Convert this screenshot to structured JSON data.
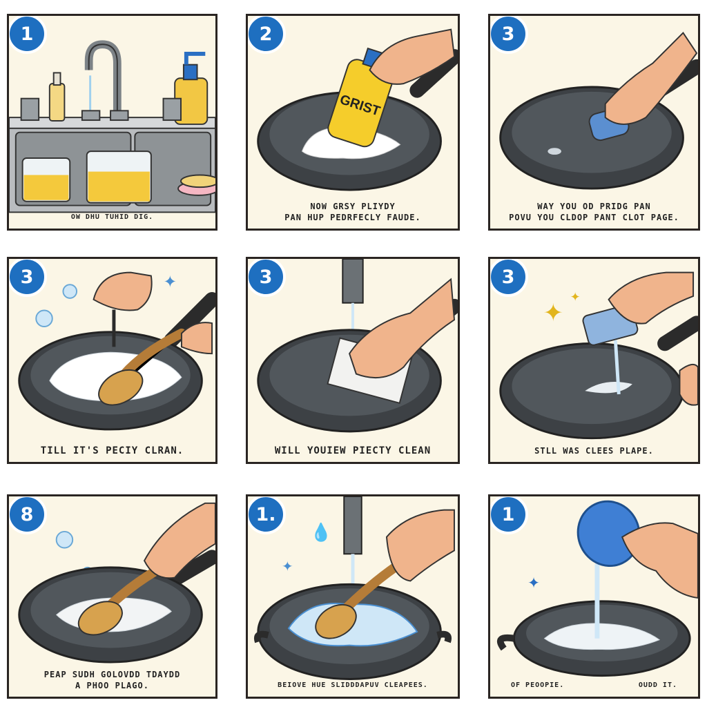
{
  "panels": [
    {
      "badge": "1",
      "caption": [
        "OW DHU TUHID DIG."
      ]
    },
    {
      "badge": "2",
      "label": "GRIST",
      "caption": [
        "NOW GRSY PLIYDY",
        "PAN HUP PEDRFECLY FAUDE."
      ]
    },
    {
      "badge": "3",
      "caption": [
        "WAY YOU OD PRIDG PAN",
        "POVU YOU CLDOP PANT CLOT PAGE."
      ]
    },
    {
      "badge": "3",
      "caption": [
        "TILL IT'S PECIY CLRAN."
      ]
    },
    {
      "badge": "3",
      "caption": [
        "WILL YOUIEW PIECTY CLEAN"
      ]
    },
    {
      "badge": "3",
      "caption": [
        "STLL WAS CLEES PLAPE."
      ]
    },
    {
      "badge": "8",
      "caption": [
        "PEAP SUDH GOLOVDD TDAYDD",
        "A PHOO PLAGO."
      ]
    },
    {
      "badge": "1.",
      "caption": [
        "BEIOVE HUE SLIDDDAPUV CLEAPEES."
      ]
    },
    {
      "badge": "1",
      "caption": [
        "OF PEOOPIE.",
        "OUDD IT."
      ]
    }
  ]
}
